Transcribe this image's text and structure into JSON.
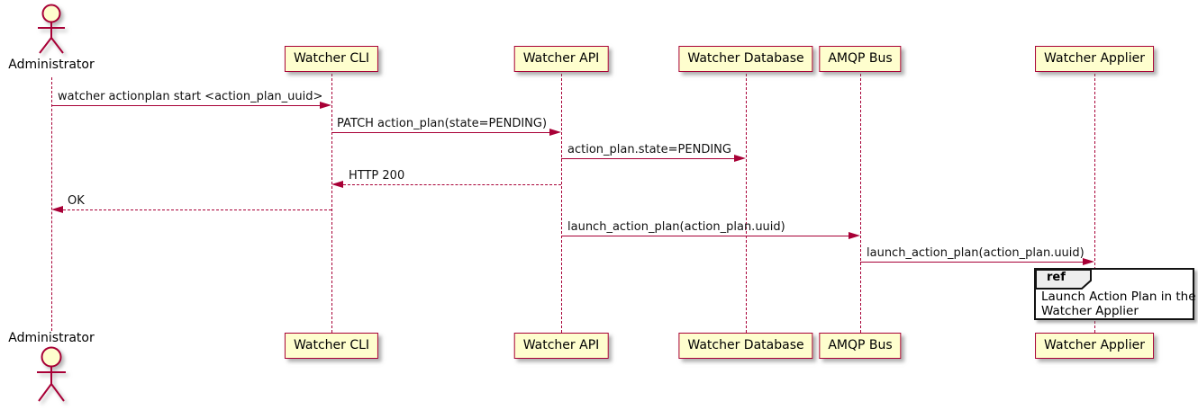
{
  "diagram": {
    "type": "uml-sequence-diagram",
    "actor": {
      "name": "Administrator"
    },
    "participants": [
      {
        "name": "Watcher CLI"
      },
      {
        "name": "Watcher API"
      },
      {
        "name": "Watcher Database"
      },
      {
        "name": "AMQP Bus"
      },
      {
        "name": "Watcher Applier"
      }
    ],
    "messages": [
      {
        "label": "watcher actionplan start <action_plan_uuid>",
        "from": "Administrator",
        "to": "Watcher CLI",
        "style": "solid"
      },
      {
        "label": "PATCH action_plan(state=PENDING)",
        "from": "Watcher CLI",
        "to": "Watcher API",
        "style": "solid"
      },
      {
        "label": "action_plan.state=PENDING",
        "from": "Watcher API",
        "to": "Watcher Database",
        "style": "solid"
      },
      {
        "label": "HTTP 200",
        "from": "Watcher API",
        "to": "Watcher CLI",
        "style": "dashed"
      },
      {
        "label": "OK",
        "from": "Watcher CLI",
        "to": "Administrator",
        "style": "dashed"
      },
      {
        "label": "launch_action_plan(action_plan.uuid)",
        "from": "Watcher API",
        "to": "AMQP Bus",
        "style": "solid"
      },
      {
        "label": "launch_action_plan(action_plan.uuid)",
        "from": "AMQP Bus",
        "to": "Watcher Applier",
        "style": "solid"
      }
    ],
    "ref": {
      "keyword": "ref",
      "line1": "Launch Action Plan in the",
      "line2": "Watcher Applier"
    },
    "colors": {
      "stroke": "#A80036",
      "participant_fill": "#FEFECE",
      "arrow": "#A80036",
      "ref_border": "#121212",
      "ref_header_fill": "#EEEEEE",
      "background": "#FFFFFF"
    }
  }
}
